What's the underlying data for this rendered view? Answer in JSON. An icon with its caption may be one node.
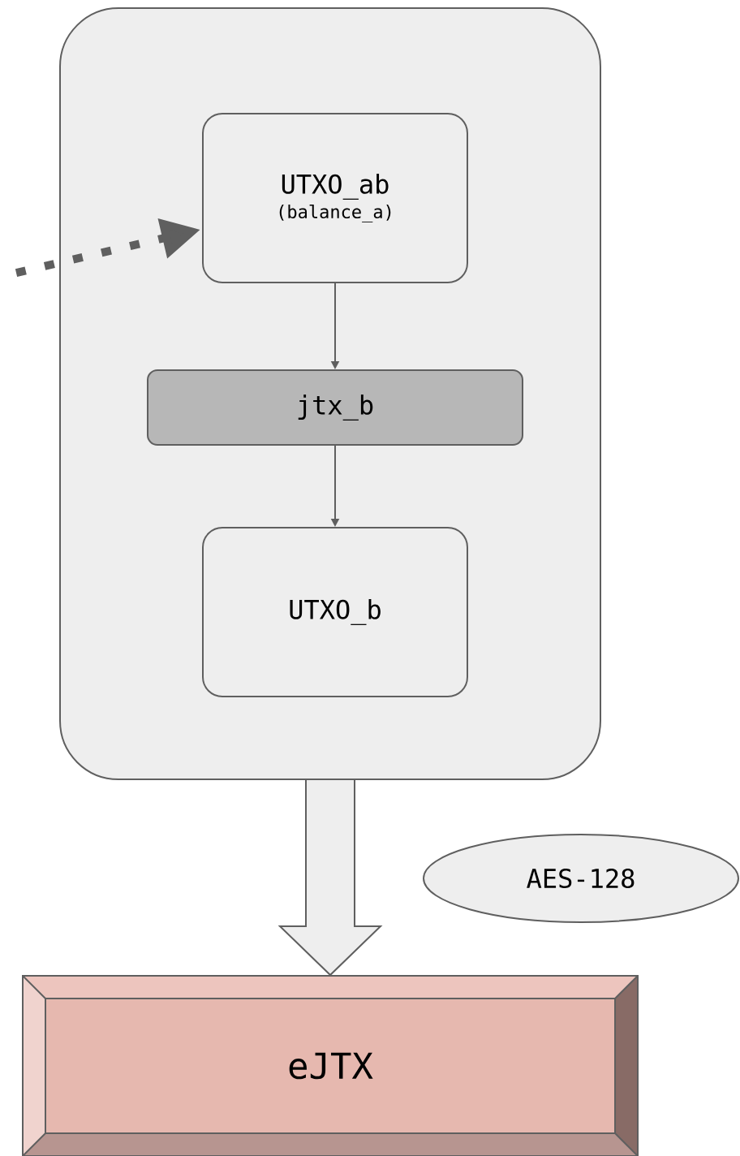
{
  "diagram": {
    "nodes": [
      {
        "text": [],
        "shape": "box"
      },
      {
        "text": [
          "UTXO_ab",
          "(balance_a)"
        ],
        "in": 0
      },
      {
        "text": [
          "jtx_b"
        ],
        "in": 0
      },
      {
        "text": [
          "UTXO_b"
        ],
        "in": 0
      },
      {
        "text": [
          "AES-128"
        ]
      },
      {
        "text": [
          "eJTX"
        ]
      }
    ],
    "edges": [
      {
        "from": null,
        "to": 1,
        "arrow": "to",
        "style": "dashed"
      },
      {
        "from": 1,
        "to": 2,
        "arrow": "to"
      },
      {
        "from": 2,
        "to": 3,
        "arrow": "to"
      },
      {
        "from": 0,
        "to": 5,
        "arrow": "to",
        "style": "thick"
      }
    ]
  }
}
